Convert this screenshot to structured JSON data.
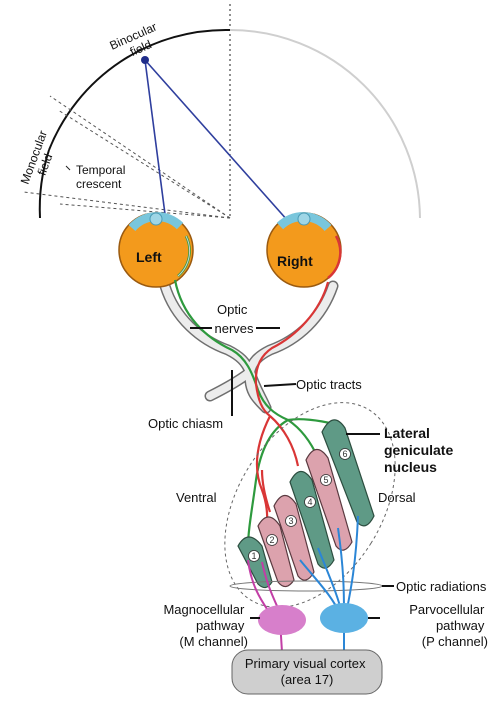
{
  "labels": {
    "binocular": [
      "Binocular",
      "field"
    ],
    "monocular": [
      "Monocular",
      "field"
    ],
    "temporal": [
      "Temporal",
      "crescent"
    ],
    "left_eye": "Left",
    "right_eye": "Right",
    "optic_nerves": [
      "Optic",
      "nerves"
    ],
    "optic_tracts": "Optic tracts",
    "optic_chiasm": "Optic chiasm",
    "lgn": [
      "Lateral",
      "geniculate",
      "nucleus"
    ],
    "ventral": "Ventral",
    "dorsal": "Dorsal",
    "optic_radiations": "Optic radiations",
    "magno": [
      "Magnocellular",
      "pathway",
      "(M channel)"
    ],
    "parvo": [
      "Parvocellular",
      "pathway",
      "(P channel)"
    ],
    "cortex": [
      "Primary visual cortex",
      "(area 17)"
    ]
  },
  "layers": [
    "1",
    "2",
    "3",
    "4",
    "5",
    "6"
  ],
  "colors": {
    "left_eye_path": "#2e9a3e",
    "right_eye_path": "#d93636",
    "magno_path": "#c23ea6",
    "parvo_path": "#2b86d6",
    "eye_fill": "#f39a1c",
    "retina": "#79c6dc",
    "field_line": "#2f3f9e",
    "layer_green": "#5f9a86",
    "layer_pink": "#dca2ad",
    "magno_oval": "#d77fcb",
    "parvo_oval": "#5bb1e3",
    "cortex_box": "#cfcfcf"
  }
}
